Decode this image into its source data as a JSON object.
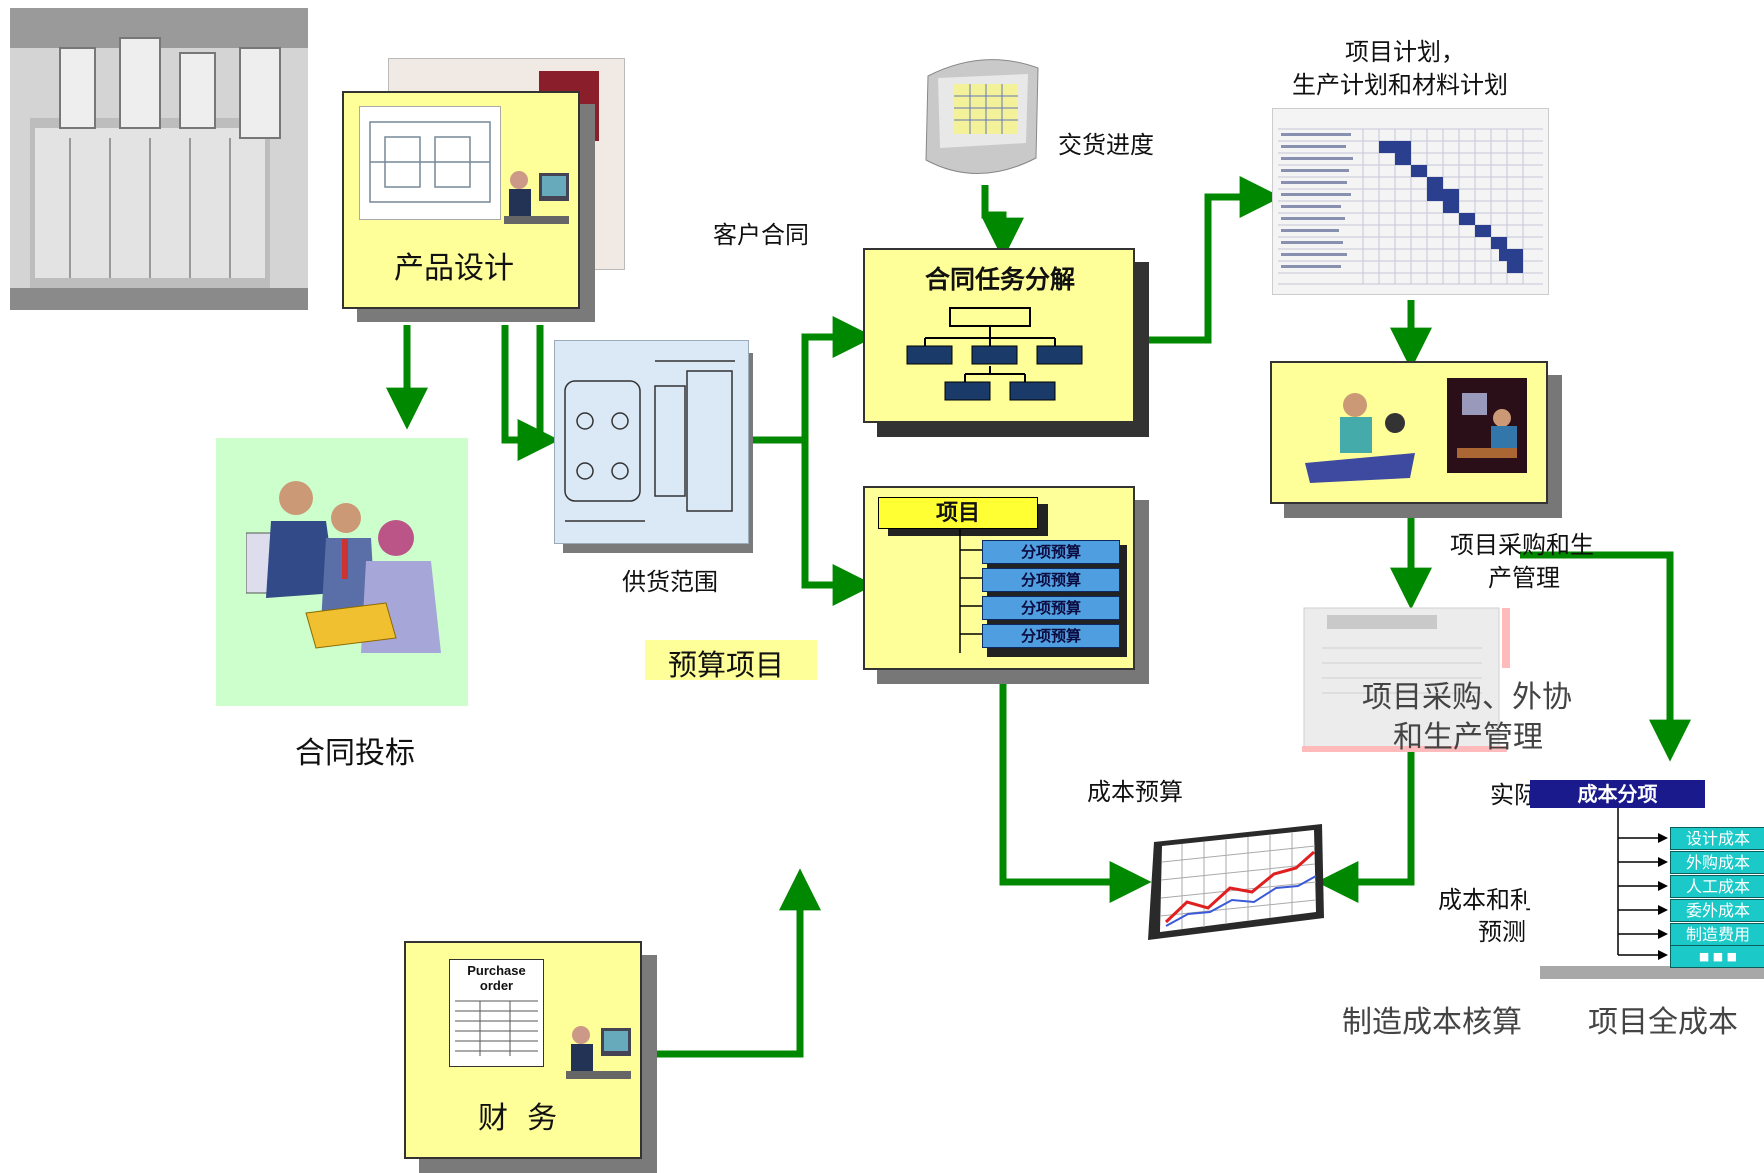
{
  "labels": {
    "product_design": "产品设计",
    "contract_bidding": "合同投标",
    "supply_scope": "供货范围",
    "customer_contract": "客户合同",
    "delivery_schedule": "交货进度",
    "contract_task_breakdown": "合同任务分解",
    "project_plan_line1": "项目计划，",
    "project_plan_line2": "生产计划和材料计划",
    "project": "项目",
    "sub_budget": "分项预算",
    "budget_project": "预算项目",
    "procurement_label_line1": "项目采购和生",
    "procurement_label_line2": "产管理",
    "procurement_overlay_line1": "项目采购、外协",
    "procurement_overlay_line2": "和生产管理",
    "cost_budget": "成本预算",
    "actual_partial": "实际",
    "cost_forecast_line1": "成本和利",
    "cost_forecast_line2": "预测",
    "manufacturing_cost_accounting": "制造成本核算",
    "project_full_cost": "项目全成本",
    "finance": "财  务",
    "purchase_order": "Purchase order",
    "cost_breakdown_title": "成本分项"
  },
  "cost_items": [
    "设计成本",
    "外购成本",
    "人工成本",
    "委外成本",
    "制造费用",
    "■ ■ ■"
  ],
  "sub_budgets": [
    "分项预算",
    "分项预算",
    "分项预算",
    "分项预算"
  ],
  "colors": {
    "box_fill": "#ffff99",
    "arrow": "#008800",
    "budget_fill": "#4f9ee0",
    "cost_title": "#1a1a8c",
    "cost_item": "#1cc9c9",
    "bidding_bg": "#ccffcc"
  }
}
